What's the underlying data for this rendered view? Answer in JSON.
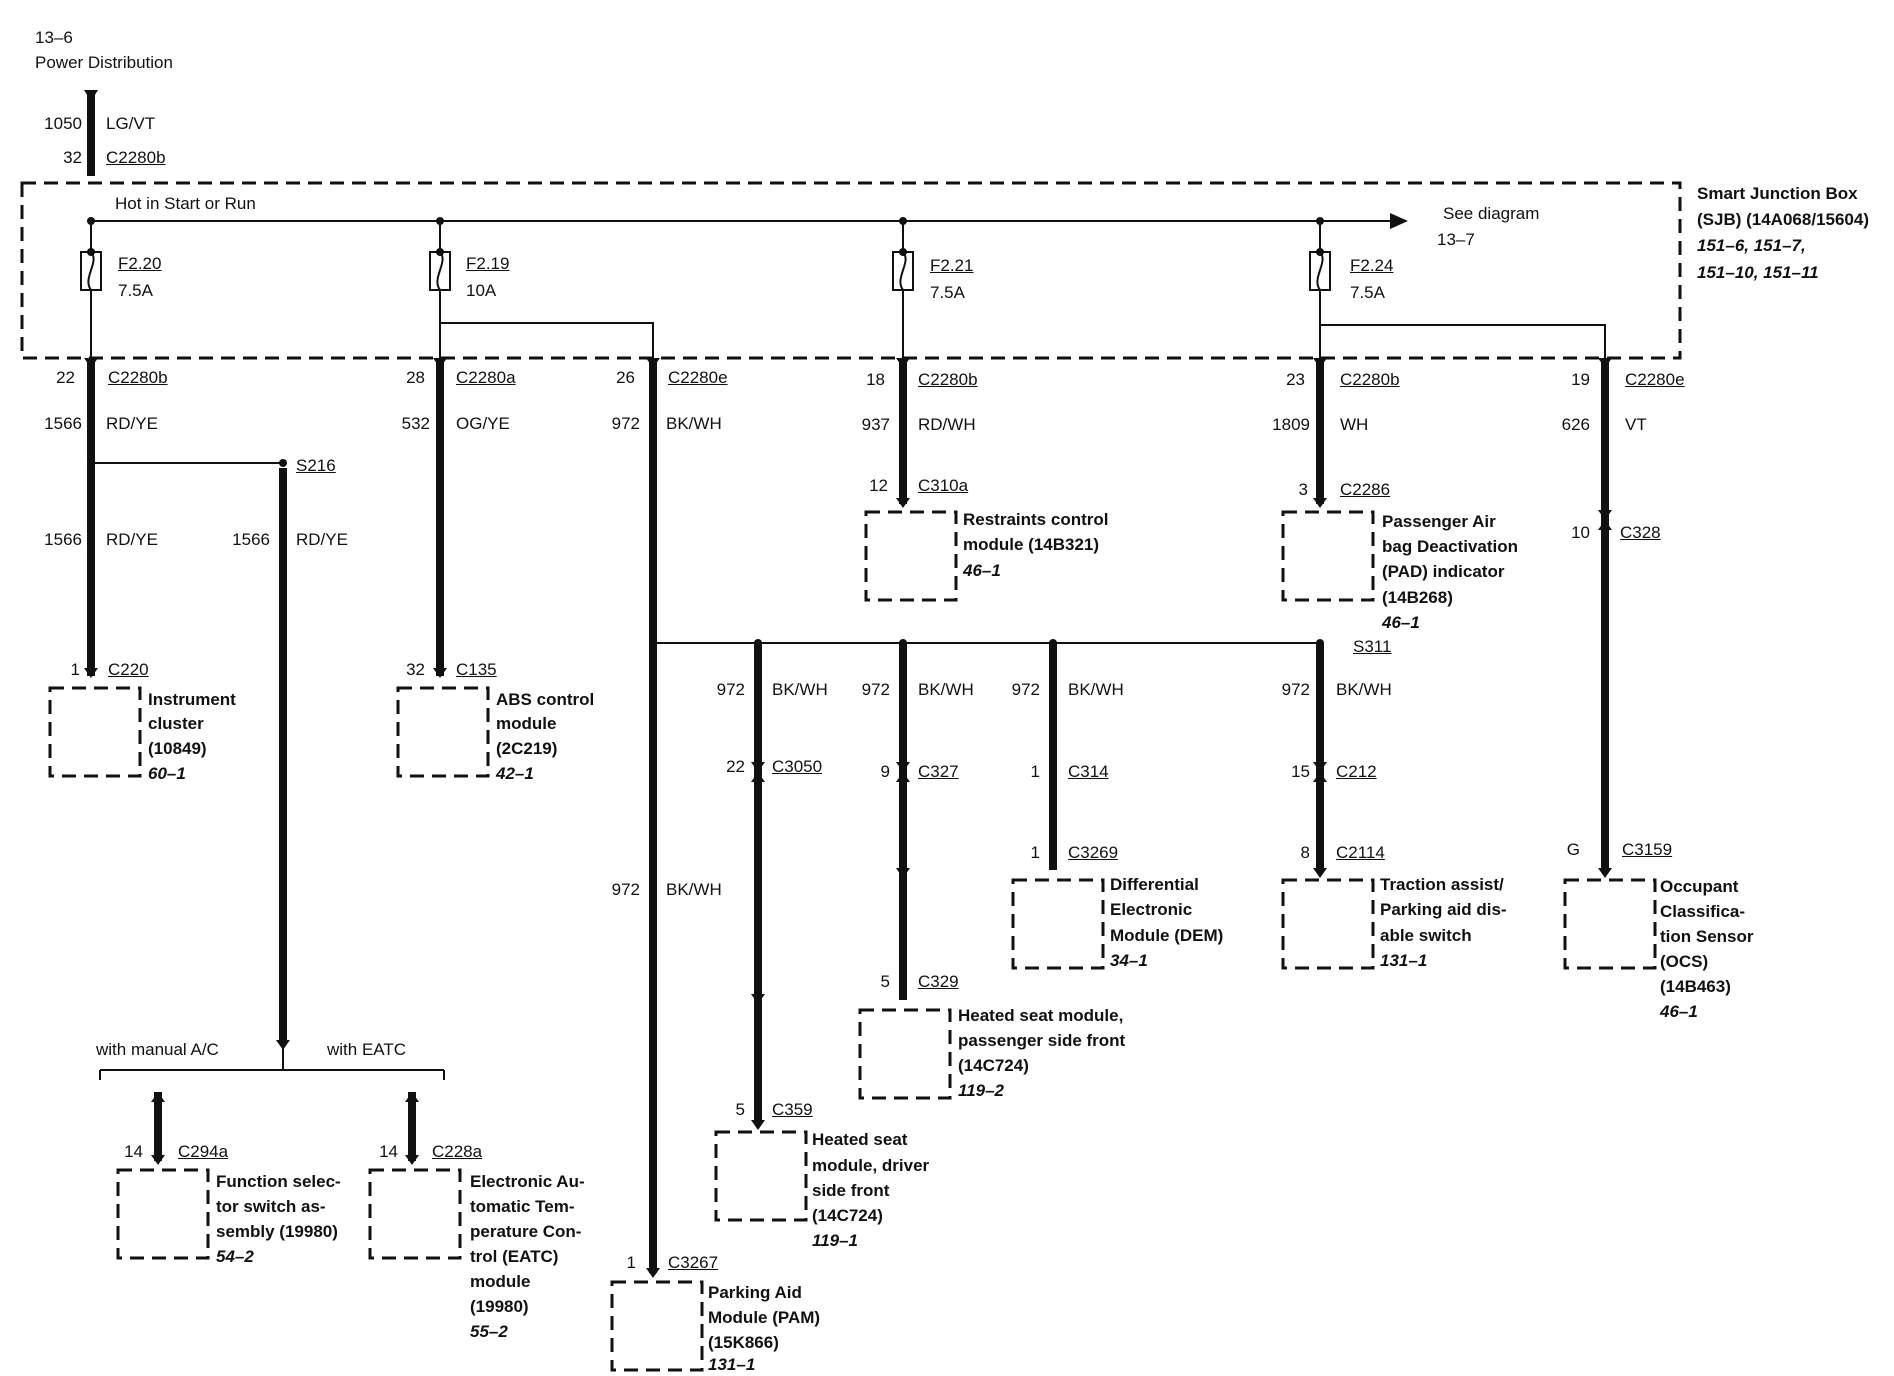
{
  "header": {
    "page_ref": "13–6",
    "section": "Power Distribution"
  },
  "input": {
    "circuit": "1050",
    "color": "LG/VT",
    "pin": "32",
    "connector": "C2280b"
  },
  "sjb": {
    "bus_label": "Hot in Start or Run",
    "see_label": "See diagram",
    "see_ref": "13–7",
    "name_line1": "Smart Junction Box",
    "name_line2": "(SJB) (14A068/15604)",
    "refs_line1": "151–6, 151–7,",
    "refs_line2": "151–10, 151–11"
  },
  "fuses": [
    {
      "id": "F2.20",
      "rating": "7.5A"
    },
    {
      "id": "F2.19",
      "rating": "10A"
    },
    {
      "id": "F2.21",
      "rating": "7.5A"
    },
    {
      "id": "F2.24",
      "rating": "7.5A"
    }
  ],
  "outputs": [
    {
      "pin": "22",
      "connector": "C2280b",
      "circuit": "1566",
      "color": "RD/YE"
    },
    {
      "pin": "28",
      "connector": "C2280a",
      "circuit": "532",
      "color": "OG/YE"
    },
    {
      "pin": "26",
      "connector": "C2280e",
      "circuit": "972",
      "color": "BK/WH"
    },
    {
      "pin": "18",
      "connector": "C2280b",
      "circuit": "937",
      "color": "RD/WH"
    },
    {
      "pin": "23",
      "connector": "C2280b",
      "circuit": "1809",
      "color": "WH"
    },
    {
      "pin": "19",
      "connector": "C2280e",
      "circuit": "626",
      "color": "VT"
    }
  ],
  "splices": {
    "s216": "S216",
    "s311": "S311"
  },
  "wires": {
    "w1566a": {
      "circuit": "1566",
      "color": "RD/YE"
    },
    "w1566b": {
      "circuit": "1566",
      "color": "RD/YE"
    },
    "w972main": {
      "circuit": "972",
      "color": "BK/WH"
    },
    "w972a": {
      "circuit": "972",
      "color": "BK/WH"
    },
    "w972b": {
      "circuit": "972",
      "color": "BK/WH"
    },
    "w972c": {
      "circuit": "972",
      "color": "BK/WH"
    },
    "w972d": {
      "circuit": "972",
      "color": "BK/WH"
    }
  },
  "options": {
    "manual": "with manual A/C",
    "eatc": "with EATC"
  },
  "inline_connectors": [
    {
      "pin": "22",
      "connector": "C3050"
    },
    {
      "pin": "9",
      "connector": "C327"
    },
    {
      "pin": "1",
      "connector": "C314"
    },
    {
      "pin": "15",
      "connector": "C212"
    },
    {
      "pin": "10",
      "connector": "C328"
    }
  ],
  "components": {
    "cluster": {
      "pin": "1",
      "connector": "C220",
      "lines": [
        "Instrument",
        "cluster",
        "(10849)"
      ],
      "ref": "60–1"
    },
    "abs": {
      "pin": "32",
      "connector": "C135",
      "lines": [
        "ABS control",
        "module",
        "(2C219)"
      ],
      "ref": "42–1"
    },
    "rcm": {
      "pin": "12",
      "connector": "C310a",
      "lines": [
        "Restraints control",
        "module (14B321)"
      ],
      "ref": "46–1"
    },
    "pad": {
      "pin": "3",
      "connector": "C2286",
      "lines": [
        "Passenger Air",
        "bag Deactivation",
        "(PAD) indicator",
        "(14B268)"
      ],
      "ref": "46–1"
    },
    "dem": {
      "pin": "1",
      "connector": "C3269",
      "lines": [
        "Differential",
        "Electronic",
        "Module (DEM)"
      ],
      "ref": "34–1"
    },
    "traction": {
      "pin": "8",
      "connector": "C2114",
      "lines": [
        "Traction assist/",
        "Parking aid dis-",
        "able switch"
      ],
      "ref": "131–1"
    },
    "ocs": {
      "pin": "G",
      "connector": "C3159",
      "lines": [
        "Occupant",
        "Classifica-",
        "tion Sensor",
        "(OCS)",
        "(14B463)"
      ],
      "ref": "46–1"
    },
    "hsm_pass": {
      "pin": "5",
      "connector": "C329",
      "lines": [
        "Heated seat module,",
        "passenger side front",
        "(14C724)"
      ],
      "ref": "119–2"
    },
    "hsm_drv": {
      "pin": "5",
      "connector": "C359",
      "lines": [
        "Heated seat",
        "module, driver",
        "side front",
        "(14C724)"
      ],
      "ref": "119–1"
    },
    "pam": {
      "pin": "1",
      "connector": "C3267",
      "lines": [
        "Parking Aid",
        "Module (PAM)",
        "(15K866)"
      ],
      "ref": "131–1"
    },
    "fss": {
      "pin": "14",
      "connector": "C294a",
      "lines": [
        "Function selec-",
        "tor switch as-",
        "sembly (19980)"
      ],
      "ref": "54–2"
    },
    "eatc": {
      "pin": "14",
      "connector": "C228a",
      "lines": [
        "Electronic Au-",
        "tomatic Tem-",
        "perature Con-",
        "trol (EATC)",
        "module",
        "(19980)"
      ],
      "ref": "55–2"
    }
  }
}
